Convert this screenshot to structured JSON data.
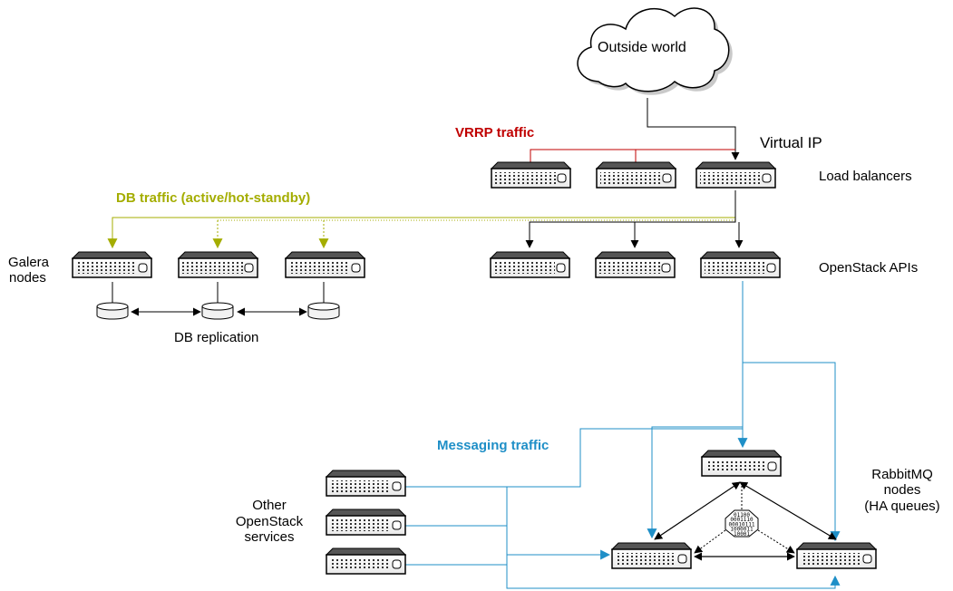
{
  "labels": {
    "cloud": "Outside world",
    "virtual_ip": "Virtual IP",
    "vrrp": "VRRP traffic",
    "load_balancers": "Load balancers",
    "db_traffic": "DB traffic (active/hot-standby)",
    "galera_line1": "Galera",
    "galera_line2": "nodes",
    "openstack_apis": "OpenStack APIs",
    "db_replication": "DB replication",
    "messaging": "Messaging traffic",
    "rabbit_line1": "RabbitMQ",
    "rabbit_line2": "nodes",
    "rabbit_line3": "(HA queues)",
    "other_line1": "Other",
    "other_line2": "OpenStack",
    "other_line3": "services"
  },
  "bits_lines": [
    "01100",
    "0001110",
    "00010111",
    "1000011",
    "10001"
  ],
  "colors": {
    "vrrp": "#c00000",
    "db": "#a4ad00",
    "messaging": "#1f8fc7",
    "line": "#000000"
  }
}
